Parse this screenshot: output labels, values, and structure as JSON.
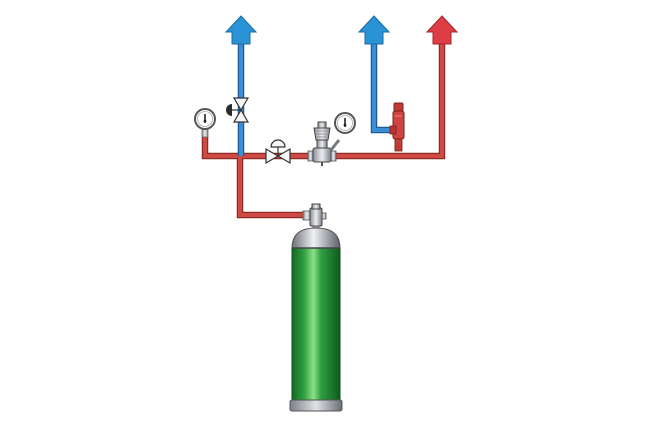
{
  "colors": {
    "background": "#ffffff",
    "hot_pipe": "#c8403c",
    "hot_pipe_edge": "#8c2a26",
    "cold_pipe": "#2f7fc8",
    "cold_pipe_edge": "#1e5a94",
    "arrow_blue": "#2a93d5",
    "arrow_red": "#dd3d44",
    "cylinder_green": "#2ea043",
    "cylinder_light": "#7fd67a",
    "cylinder_dark": "#136b22",
    "metal": "#c9ccd2",
    "metal_dark": "#7c8088"
  },
  "outlets": [
    {
      "name": "outlet-arrow-left",
      "color_key": "arrow_blue"
    },
    {
      "name": "outlet-arrow-middle",
      "color_key": "arrow_blue"
    },
    {
      "name": "outlet-arrow-right",
      "color_key": "arrow_red"
    }
  ],
  "components": [
    "gas-cylinder",
    "cylinder-valve",
    "pressure-gauge-left",
    "pressure-gauge-right",
    "isolation-valve",
    "shutoff-valve-vertical",
    "pressure-regulator",
    "relief-valve"
  ]
}
